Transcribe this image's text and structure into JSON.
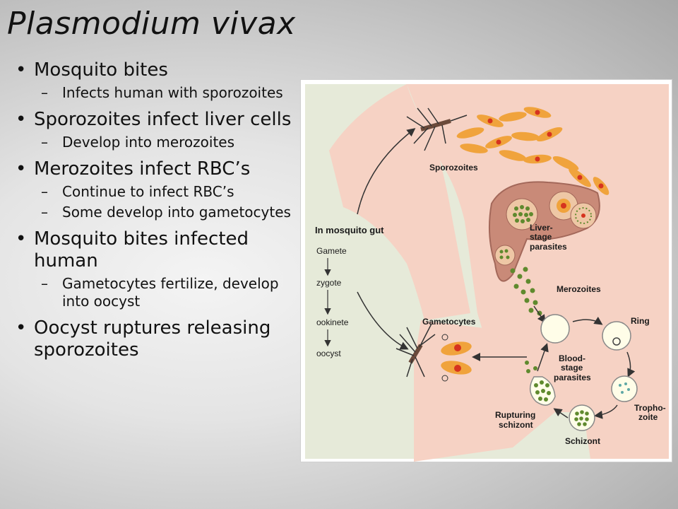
{
  "slide": {
    "title": "Plasmodium vivax",
    "bullets": [
      {
        "text": "Mosquito bites",
        "sub": [
          "Infects human with sporozoites"
        ]
      },
      {
        "text": "Sporozoites infect liver cells",
        "sub": [
          "Develop into merozoites"
        ]
      },
      {
        "text": "Merozoites infect RBC’s",
        "sub": [
          "Continue to infect RBC’s",
          "Some develop into gametocytes"
        ]
      },
      {
        "text": "Mosquito bites infected human",
        "sub": [
          "Gametocytes fertilize, develop into oocyst"
        ]
      },
      {
        "text": "Oocyst ruptures releasing sporozoites",
        "sub": []
      }
    ]
  },
  "diagram": {
    "labels": {
      "sporozoites": "Sporozoites",
      "liver_stage_1": "Liver-",
      "liver_stage_2": "stage",
      "liver_stage_3": "parasites",
      "merozoites": "Merozoites",
      "in_mosquito_gut": "In mosquito gut",
      "gamete": "Gamete",
      "zygote": "zygote",
      "ookinete": "ookinete",
      "oocyst": "oocyst",
      "gametocytes": "Gametocytes",
      "ring": "Ring",
      "blood_stage_1": "Blood-",
      "blood_stage_2": "stage",
      "blood_stage_3": "parasites",
      "tropho_1": "Tropho-",
      "tropho_2": "zoite",
      "schizont": "Schizont",
      "rupturing_1": "Rupturing",
      "rupturing_2": "schizont"
    },
    "colors": {
      "skin": "#f6d2c4",
      "background": "#e6ead9",
      "liver": "#c98a78",
      "parasite": "#f0a33c",
      "parasite_core": "#d6331f",
      "cell_dots": "#5f8a2e"
    }
  }
}
